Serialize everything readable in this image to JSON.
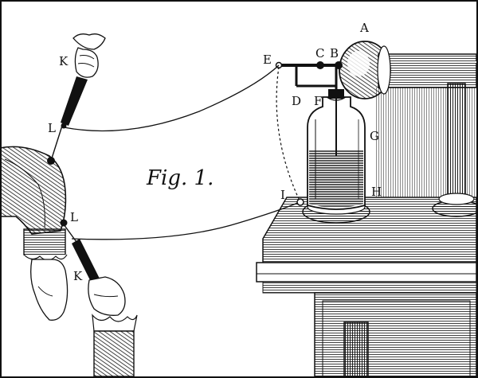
{
  "caption": "Fig. 1.",
  "labels": {
    "A": "A",
    "B": "B",
    "C": "C",
    "D": "D",
    "E": "E",
    "F": "F",
    "G": "G",
    "H": "H",
    "I": "I",
    "K_top": "K",
    "K_bottom": "K",
    "L_top": "L",
    "L_bottom": "L"
  },
  "colors": {
    "ink": "#111111",
    "paper": "#ffffff",
    "shade": "#6e6e6e",
    "liquid": "#444444"
  }
}
